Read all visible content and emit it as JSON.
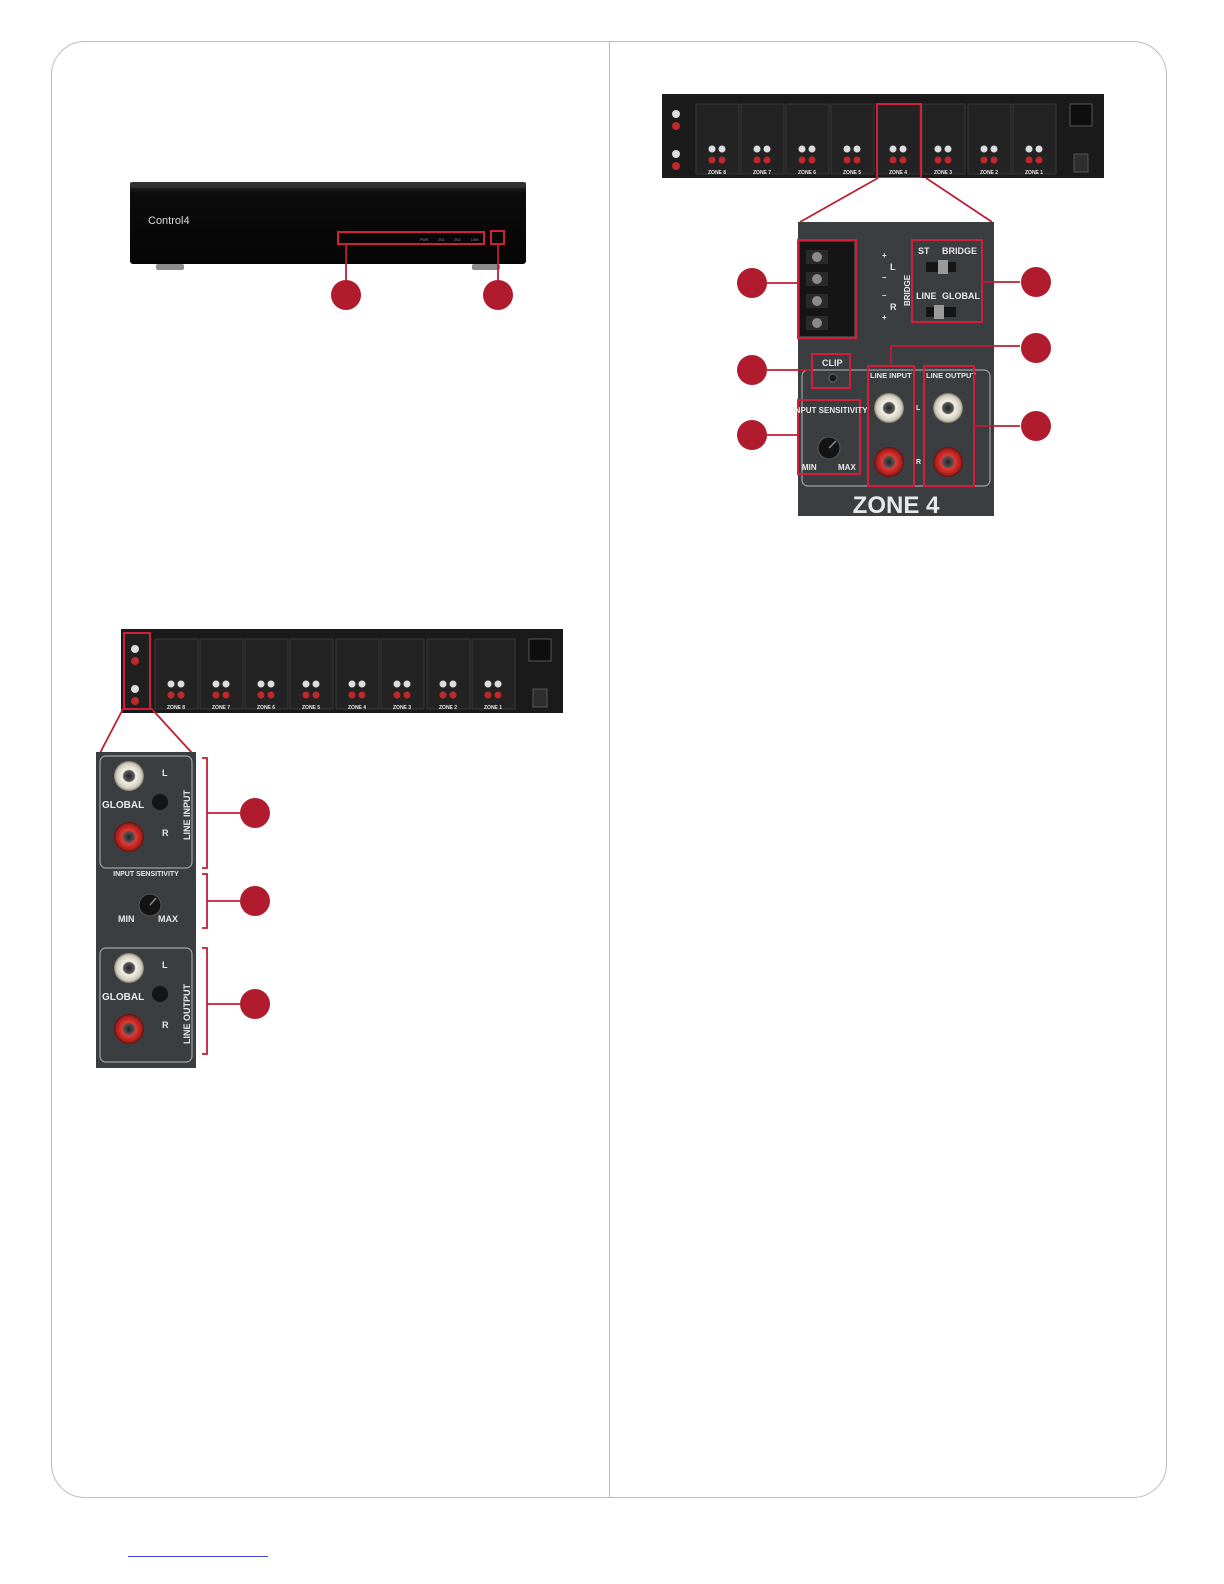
{
  "front_panel": {
    "brand": "Control4",
    "indicators": [
      "PWR",
      "ZN1",
      "ZN2",
      "LINK"
    ],
    "callout_count": 2
  },
  "rear_panel": {
    "zone_labels": [
      "ZONE 8",
      "ZONE 7",
      "ZONE 6",
      "ZONE 5",
      "ZONE 4",
      "ZONE 3",
      "ZONE 2",
      "ZONE 1"
    ]
  },
  "global_detail": {
    "line_input_label": "LINE INPUT",
    "line_output_label": "LINE OUTPUT",
    "global_label": "GLOBAL",
    "channel_left": "L",
    "channel_right": "R",
    "sensitivity_label": "INPUT SENSITIVITY",
    "min_label": "MIN",
    "max_label": "MAX",
    "callout_count": 3
  },
  "zone_detail": {
    "zone_title": "ZONE 4",
    "bridge_label": "BRIDGE",
    "st_label": "ST",
    "bridge_switch_label": "BRIDGE",
    "line_label": "LINE",
    "global_label": "GLOBAL",
    "clip_label": "CLIP",
    "input_sensitivity_label": "INPUT SENSITIVITY",
    "min_label": "MIN",
    "max_label": "MAX",
    "line_input_label": "LINE INPUT",
    "line_output_label": "LINE OUTPUT",
    "channel_left": "L",
    "channel_right": "R",
    "terminal_marks": [
      "+",
      "L",
      "–",
      "–",
      "R",
      "+"
    ],
    "callout_count": 6
  },
  "colors": {
    "callout": "#b01c2e",
    "highlight": "#d21f3a",
    "frame": "#b9bcc0",
    "link": "#3a49d6"
  }
}
